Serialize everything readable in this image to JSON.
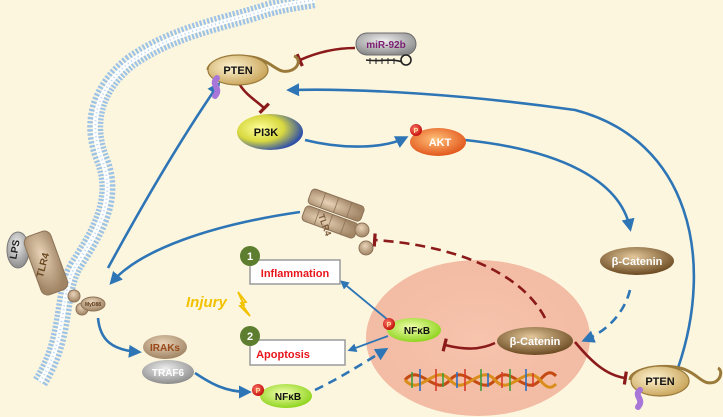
{
  "labels": {
    "mir": "miR-92b",
    "pten_top": "PTEN",
    "pi3k": "PI3K",
    "akt": "AKT",
    "tlr4_receptor": "TLR4",
    "lps": "LPS",
    "tlr4_membrane": "TLR4",
    "myd88": "MyD88",
    "beta_catenin_right": "β-Catenin",
    "beta_catenin_nucleus": "β-Catenin",
    "nfkb_nucleus": "NFκB",
    "nfkb_cytoplasm": "NFκB",
    "irak": "IRAKs",
    "traf6": "TRAF6",
    "inflammation_num": "1",
    "inflammation": "Inflammation",
    "apoptosis_num": "2",
    "apoptosis": "Apoptosis",
    "injury": "Injury",
    "pten_bottom": "PTEN",
    "phospho": "P"
  },
  "colors": {
    "background": "#fdf6df",
    "arrow_blue": "#2e75b6",
    "inhibit_red": "#8b1a1a",
    "outcome_red": "#e8151b",
    "membrane_blue": "#9dc3e6",
    "nucleus": "#f4b8a0",
    "injury_yellow": "#f2c200"
  }
}
